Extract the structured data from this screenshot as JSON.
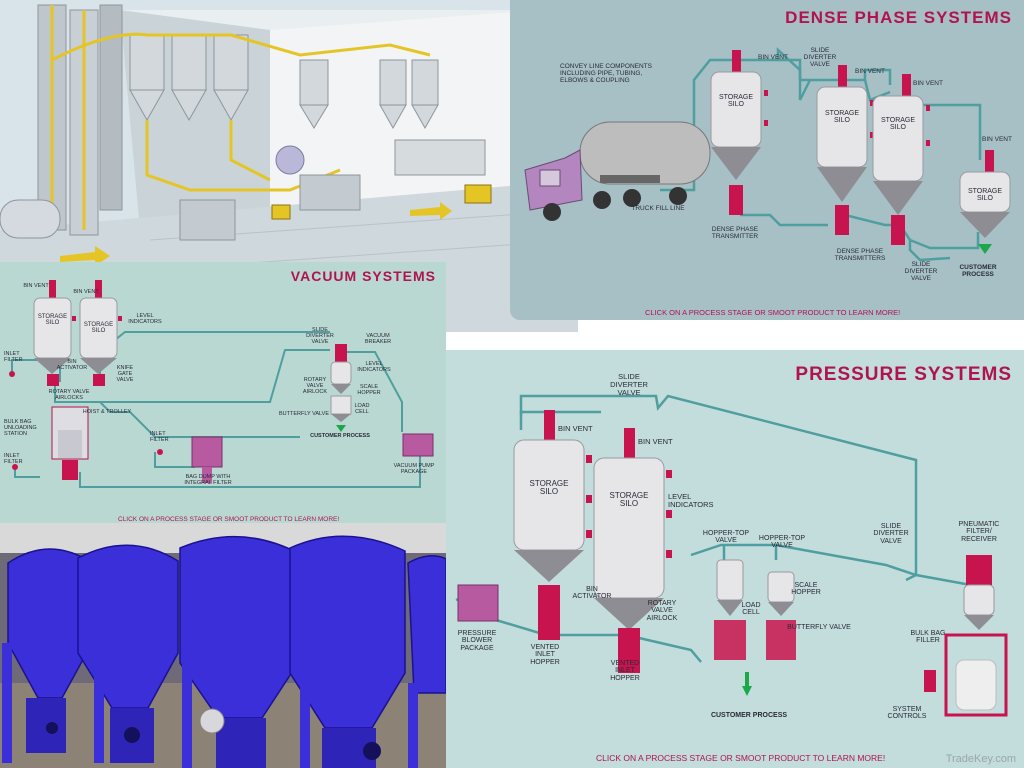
{
  "dense": {
    "title": "DENSE PHASE SYSTEMS",
    "labels": {
      "convey_components": "CONVEY LINE COMPONENTS\nINCLUDING PIPE, TUBING,\nELBOWS & COUPLING",
      "bin_vent_1": "BIN VENT",
      "slide_diverter_valve": "SLIDE\nDIVERTER\nVALVE",
      "bin_vent_2": "BIN VENT",
      "bin_vent_3": "BIN VENT",
      "bin_vent_4": "BIN VENT",
      "silo_1": "STORAGE\nSILO",
      "silo_2": "STORAGE\nSILO",
      "silo_3": "STORAGE\nSILO",
      "silo_4": "STORAGE\nSILO",
      "truck_fill_line": "TRUCK FILL LINE",
      "dense_phase_transmitter": "DENSE PHASE\nTRANSMITTER",
      "dense_phase_transmitters": "DENSE PHASE\nTRANSMITTERS",
      "slide_diverter_valve_2": "SLIDE\nDIVERTER\nVALVE",
      "customer_process": "CUSTOMER\nPROCESS"
    },
    "footer": "CLICK ON A PROCESS STAGE OR SMOOT PRODUCT TO LEARN MORE!"
  },
  "vacuum": {
    "title": "VACUUM SYSTEMS",
    "labels": {
      "bin_vent_1": "BIN VENT",
      "bin_vent_2": "BIN VENT",
      "silo_1": "STORAGE\nSILO",
      "silo_2": "STORAGE\nSILO",
      "level_indicators": "LEVEL\nINDICATORS",
      "inlet_filter_1": "INLET\nFILTER",
      "bin_activator": "BIN\nACTIVATOR",
      "knife_gate_valve": "KNIFE\nGATE\nVALVE",
      "rotary_valve_airlocks": "ROTARY VALVE\nAIRLOCKS",
      "hoist_trolley": "HOIST & TROLLEY",
      "bulk_bag_station": "BULK BAG\nUNLOADING\nSTATION",
      "inlet_filter_2": "INLET\nFILTER",
      "inlet_filter_3": "INLET\nFILTER",
      "bag_dump": "BAG DUMP WITH\nINTEGRAL FILTER",
      "slide_diverter_valve": "SLIDE\nDIVERTER\nVALVE",
      "vacuum_breaker": "VACUUM\nBREAKER",
      "rotary_valve_airlock": "ROTARY\nVALVE\nAIRLOCK",
      "level_indicators_2": "LEVEL\nINDICATORS",
      "scale_hopper": "SCALE\nHOPPER",
      "butterfly_valve": "BUTTERFLY VALVE",
      "load_cell": "LOAD\nCELL",
      "customer_process": "CUSTOMER PROCESS",
      "vacuum_pump": "VACUUM PUMP\nPACKAGE"
    },
    "footer": "CLICK ON A PROCESS STAGE OR SMOOT PRODUCT TO LEARN MORE!"
  },
  "pressure": {
    "title": "PRESSURE SYSTEMS",
    "labels": {
      "slide_diverter_valve_top": "SLIDE\nDIVERTER\nVALVE",
      "bin_vent_1": "BIN VENT",
      "bin_vent_2": "BIN VENT",
      "silo_1": "STORAGE\nSILO",
      "silo_2": "STORAGE\nSILO",
      "level_indicators": "LEVEL\nINDICATORS",
      "hopper_top_valve_1": "HOPPER-TOP\nVALVE",
      "hopper_top_valve_2": "HOPPER-TOP\nVALVE",
      "slide_diverter_valve_right": "SLIDE\nDIVERTER\nVALVE",
      "pneumatic_filter": "PNEUMATIC\nFILTER/\nRECEIVER",
      "bin_activator": "BIN\nACTIVATOR",
      "rotary_valve_airlock": "ROTARY\nVALVE\nAIRLOCK",
      "load_cell": "LOAD\nCELL",
      "scale_hopper": "SCALE\nHOPPER",
      "butterfly_valve": "BUTTERFLY VALVE",
      "pressure_blower": "PRESSURE\nBLOWER\nPACKAGE",
      "vented_inlet_hopper_1": "VENTED\nINLET\nHOPPER",
      "vented_inlet_hopper_2": "VENTED\nINLET\nHOPPER",
      "customer_process": "CUSTOMER PROCESS",
      "bulk_bag_filler": "BULK BAG\nFILLER",
      "system_controls": "SYSTEM\nCONTROLS"
    },
    "footer": "CLICK ON A PROCESS STAGE OR SMOOT PRODUCT TO LEARN MORE!"
  },
  "watermark": "TradeKey.com",
  "colors": {
    "title": "#b0144f",
    "silo": "#e6e6e8",
    "vent": "#c8144e",
    "pipe": "#4f9ea0",
    "photo_tank": "#3a2fd8"
  }
}
